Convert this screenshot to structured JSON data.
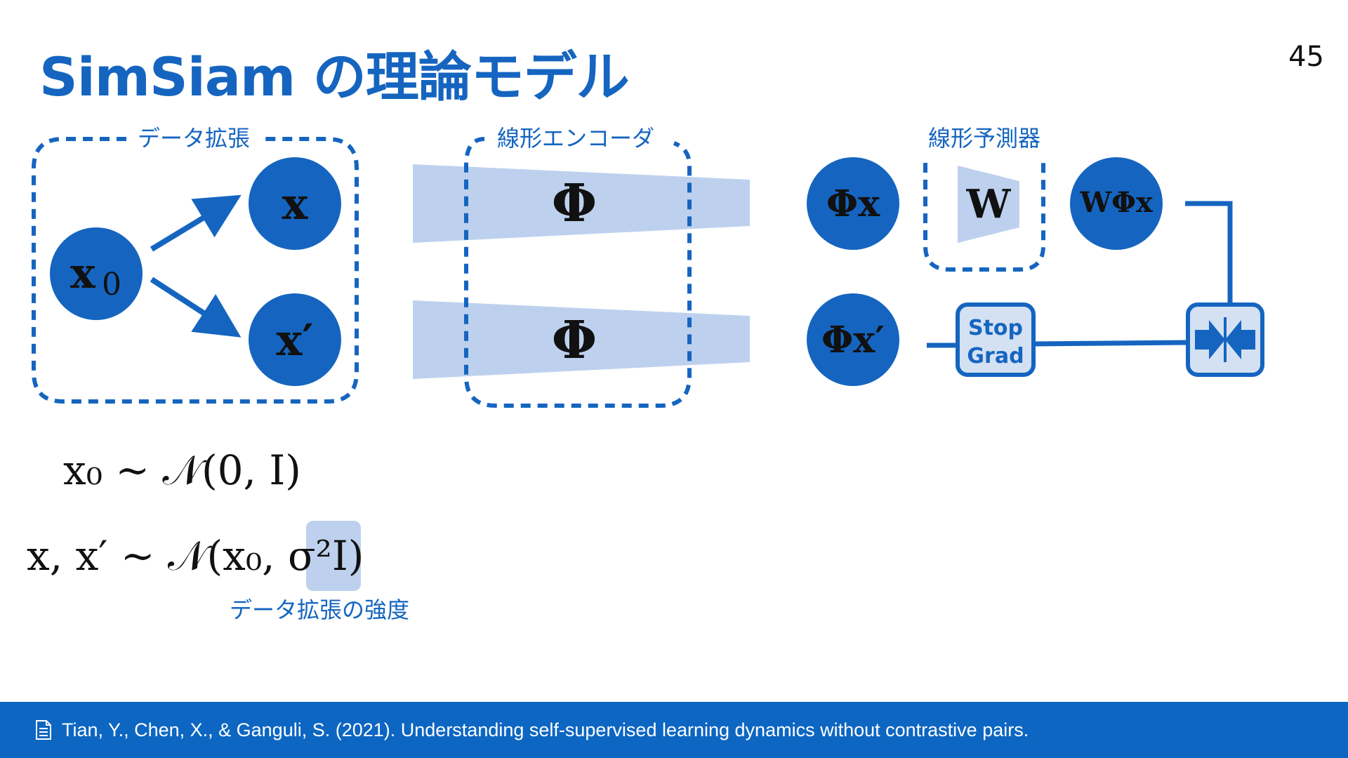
{
  "title": "SimSiam の理論モデル",
  "page_number": "45",
  "labels": {
    "augmentation": "データ拡張",
    "encoder": "線形エンコーダ",
    "predictor": "線形予測器",
    "augmentation_strength": "データ拡張の強度"
  },
  "nodes": {
    "x0": "x",
    "x0_sub": "0",
    "x": "x",
    "x_prime": "x′",
    "phi_top": "Φ",
    "phi_bottom": "Φ",
    "phi_x": "Φx",
    "phi_x_prime": "Φx′",
    "w": "W",
    "w_phi_x": "WΦx"
  },
  "stop_grad": {
    "line1": "Stop",
    "line2": "Grad"
  },
  "equations": {
    "eq1": "x₀ ~ 𝒩(0, I)",
    "eq2_left": "x, x′ ~ 𝒩(x₀, ",
    "eq2_highlight": "σ²",
    "eq2_right": "I)"
  },
  "citation": "Tian, Y., Chen, X., & Ganguli, S. (2021). Understanding self-supervised learning dynamics without contrastive pairs.",
  "colors": {
    "primary": "#1565c0",
    "light": "#bdd1ee",
    "footer": "#0d66c2"
  },
  "icons": [
    "arrow-icon",
    "doc-icon",
    "compare-icon"
  ]
}
